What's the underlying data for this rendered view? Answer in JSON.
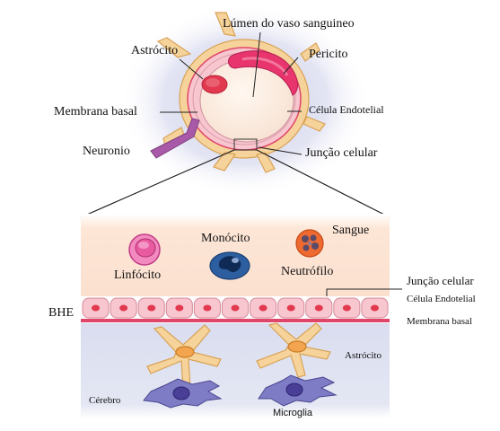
{
  "labels": {
    "lumen": "Lúmen do vaso sanguineo",
    "astrocyte_top": "Astrócito",
    "pericyte": "Pericito",
    "basal_membrane_top": "Membrana basal",
    "endothelial_top": "Célula Endotelial",
    "neuron": "Neuronio",
    "junction_top": "Junção celular",
    "monocyte": "Monócito",
    "blood": "Sangue",
    "lymphocyte": "Linfócito",
    "neutrophil": "Neutrófilo",
    "junction_bottom": "Junção celular",
    "endothelial_bottom": "Célula Endotelial",
    "bbb": "BHE",
    "basal_membrane_bottom": "Membrana basal",
    "astrocyte_bottom": "Astrócito",
    "brain": "Cérebro",
    "microglia": "Microglia"
  },
  "colors": {
    "blood_bg": "#fde8da",
    "brain_bg": "#dfe3f2",
    "endothelium": "#f7c6cf",
    "endothelium_nucleus": "#e2394f",
    "basal_membrane": "#e0466a",
    "astrocyte": "#f6d39a",
    "astrocyte_outline": "#d8a255",
    "pericyte": "#e8356e",
    "neuron": "#a85aa8",
    "microglia": "#5a57a8",
    "monocyte": "#2d5fa0",
    "neutrophil": "#ee6a30",
    "lymphocyte": "#e85ba0"
  },
  "endothelial_cell_count": 11
}
